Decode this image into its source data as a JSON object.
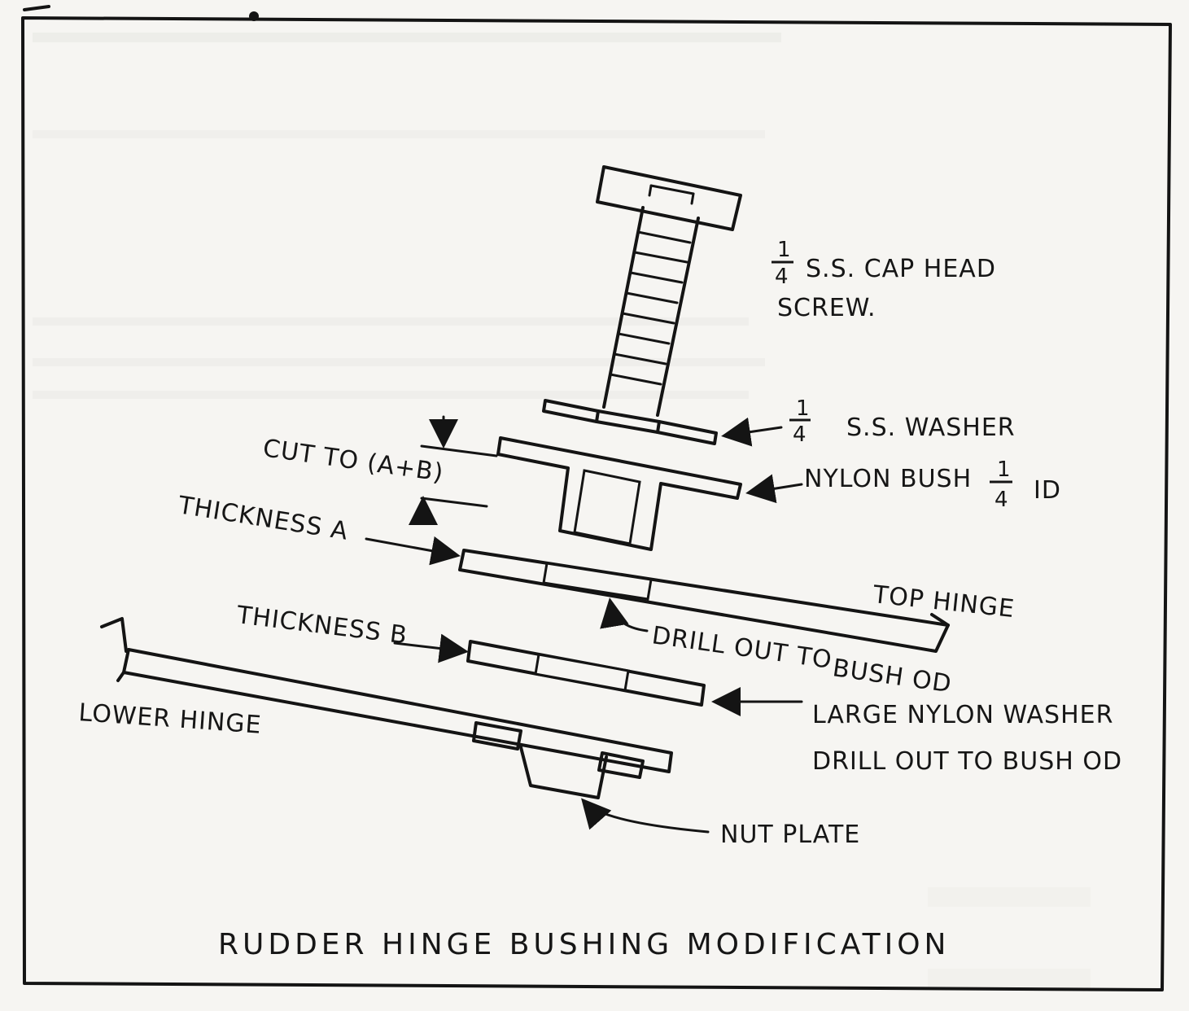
{
  "diagram": {
    "title": "RUDDER HINGE BUSHING MODIFICATION",
    "labels": {
      "cap_screw_fraction_num": "1",
      "cap_screw_fraction_den": "4",
      "cap_screw_line1": "S.S. CAP HEAD",
      "cap_screw_line2": "SCREW.",
      "washer_fraction_num": "1",
      "washer_fraction_den": "4",
      "washer": "S.S. WASHER",
      "nylon_bush": "NYLON BUSH",
      "nylon_bush_fraction_num": "1",
      "nylon_bush_fraction_den": "4",
      "nylon_bush_id": "ID",
      "cut_to": "CUT TO (A+B)",
      "thickness_a": "THICKNESS A",
      "top_hinge": "TOP HINGE",
      "drill_out_line1": "DRILL OUT TO",
      "drill_out_line2": "BUSH OD",
      "thickness_b": "THICKNESS B",
      "large_washer_line1": "LARGE NYLON WASHER",
      "large_washer_line2": "DRILL OUT TO BUSH OD",
      "lower_hinge": "LOWER HINGE",
      "nut_plate": "NUT PLATE"
    },
    "colors": {
      "ink": "#141414",
      "paper": "#f6f5f2"
    }
  }
}
